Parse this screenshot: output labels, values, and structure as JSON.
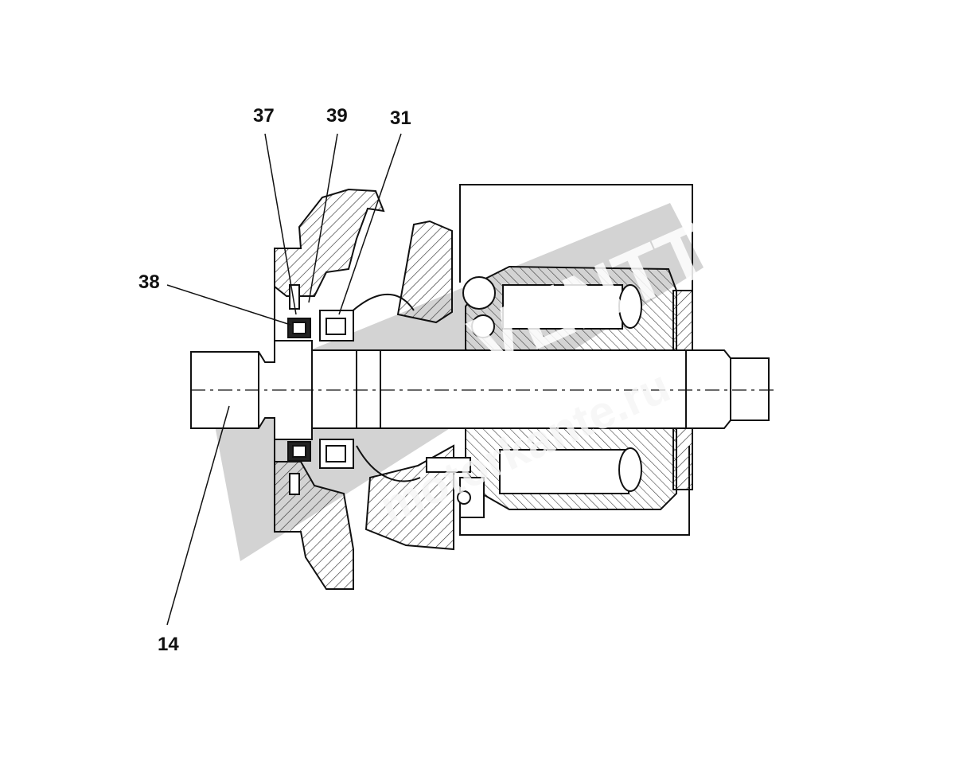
{
  "callouts": {
    "c37": "37",
    "c39": "39",
    "c31": "31",
    "c38": "38",
    "c14": "14"
  },
  "watermark": {
    "brand": "VENTT",
    "site": "motorkante.ru",
    "color": "#b9b9b9"
  },
  "colors": {
    "ink": "#111111",
    "hatch": "#333333"
  }
}
